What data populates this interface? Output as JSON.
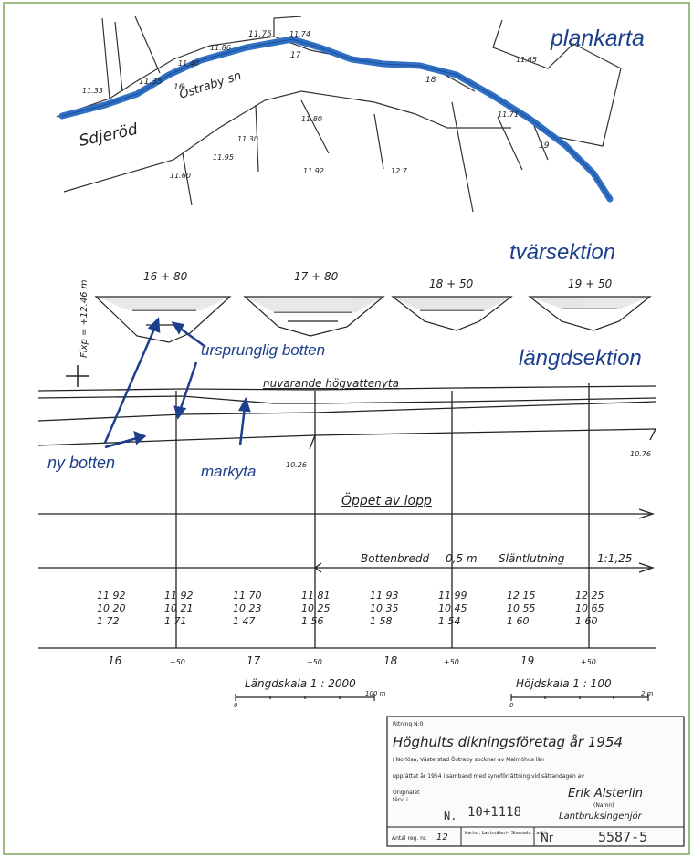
{
  "colors": {
    "accent_blue": "#2f6fc4",
    "label_blue": "#1c3f8c",
    "frame_green": "#7aa55a",
    "ink": "#222222"
  },
  "section_titles": {
    "plankarta": "plankarta",
    "tvarsektion": "tvärsektion",
    "langdsektion": "längdsektion"
  },
  "plan": {
    "place_sojerod": "Sdjeröd",
    "place_ostraby": "Östraby sn",
    "elev_1133": "11.33",
    "elev_1135": "11.35",
    "elev_1140": "11.40",
    "elev_1186": "11.86",
    "elev_1175": "11.75",
    "elev_1174": "11.74",
    "elev_1165": "11.65",
    "elev_1171": "11.71",
    "elev_1180": "11.80",
    "elev_1130": "11.30",
    "elev_1195": "11.95",
    "elev_1160": "11.60",
    "elev_1192": "11.92",
    "elev_127": "12.7",
    "station_16": "16",
    "station_17": "17",
    "station_18": "18",
    "station_19": "19"
  },
  "cross_sections": {
    "fixpoint": "Fixp = +12.46 m",
    "labels": [
      "16 + 80",
      "17 + 80",
      "18 + 50",
      "19 + 50"
    ]
  },
  "longitudinal": {
    "water_label": "nuvarande högvattenyta",
    "elev_left": "10.26",
    "elev_right": "10.76",
    "flow_label": "Öppet av lopp",
    "bottom_width": "Bottenbredd",
    "bottom_width_value": "0,5 m",
    "slope_label": "Släntlutning",
    "slope_value": "1:1,25"
  },
  "annotations": {
    "original_bottom": "ursprunglig botten",
    "new_bottom": "ny botten",
    "ground_surface": "markyta"
  },
  "elevation_table": {
    "columns": [
      [
        "11 92",
        "10 20",
        "1 72"
      ],
      [
        "11 92",
        "10 21",
        "1 71"
      ],
      [
        "11 70",
        "10 23",
        "1 47"
      ],
      [
        "11 81",
        "10 25",
        "1 56"
      ],
      [
        "11 93",
        "10 35",
        "1 58"
      ],
      [
        "11 99",
        "10 45",
        "1 54"
      ],
      [
        "12 15",
        "10 55",
        "1 60"
      ],
      [
        "12 25",
        "10 65",
        "1 60"
      ]
    ]
  },
  "stations": {
    "labels": [
      "16",
      "+50",
      "17",
      "+50",
      "18",
      "+50",
      "19",
      "+50"
    ]
  },
  "scales": {
    "length_scale": "Längdskala 1 : 2000",
    "length_start": "0",
    "length_end": "100 m",
    "height_scale": "Höjdskala 1 : 100",
    "height_start": "0",
    "height_end": "2 m"
  },
  "title_block": {
    "small_header": "Ritning N:0",
    "title": "Höghults dikningsföretag år 1954",
    "subtitle": "i Norlösa, Västerstad Östraby socknar av Malmöhus län",
    "approved_line": "upprättat år 1954 i samband med syneförrättning vid sättandagen av",
    "orig_label": "Originalet",
    "orig_sub": "förv. i",
    "signature": "Erik Alsterlin",
    "signature_note": "(Namn)",
    "role": "Lantbruksingenjör",
    "stamp_number": "10+1118",
    "n_prefix": "N.",
    "akt_label": "Antal reg. nr.",
    "akt_value": "12",
    "footer_mid": "Kartor, Lantmäteri-, Stensals... arkiv",
    "nr_label": "Nr",
    "nr_value": "5587-5"
  }
}
